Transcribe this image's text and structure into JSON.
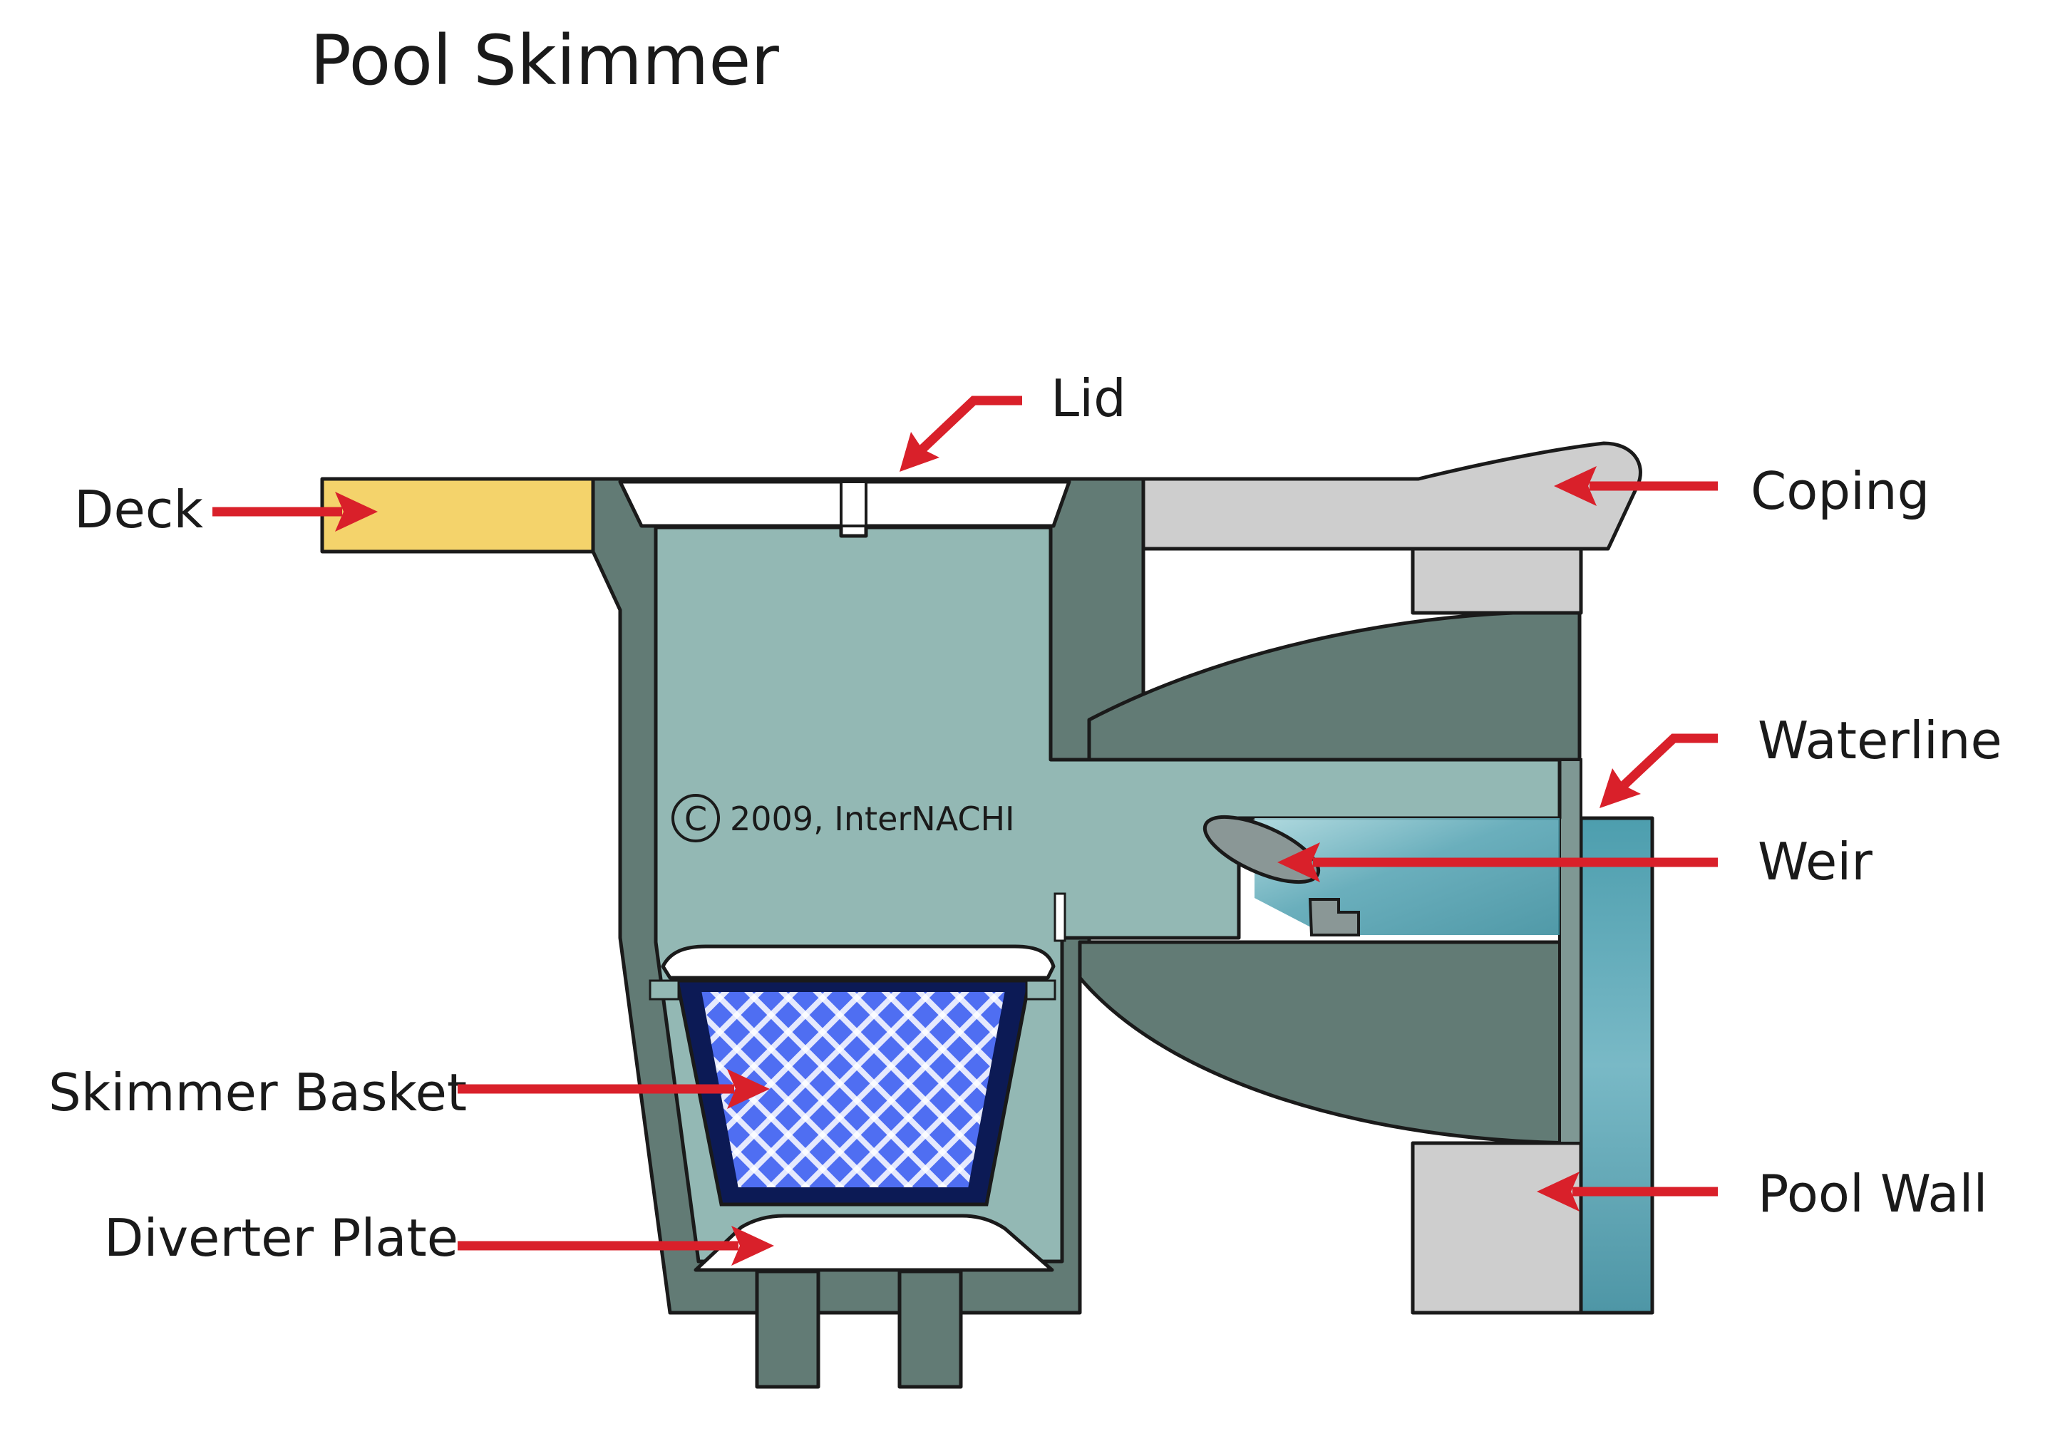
{
  "title": "Pool Skimmer",
  "labels": {
    "deck": "Deck",
    "lid": "Lid",
    "coping": "Coping",
    "waterline": "Waterline",
    "weir": "Weir",
    "skimmer_basket": "Skimmer Basket",
    "diverter_plate": "Diverter Plate",
    "pool_wall": "Pool Wall"
  },
  "copyright": {
    "symbol": "C",
    "text": "2009, InterNACHI"
  },
  "colors": {
    "arrow": "#d9202a",
    "deck": "#f4d36b",
    "skimmer_body": "#627b75",
    "water_chamber": "#93b8b4",
    "coping": "#cecece",
    "pool_wall": "#cecece",
    "basket_outline": "#0c1a55",
    "basket_mesh": "#4f6ef2",
    "pool_water": "#5fa8b6",
    "lid": "#ffffff"
  }
}
